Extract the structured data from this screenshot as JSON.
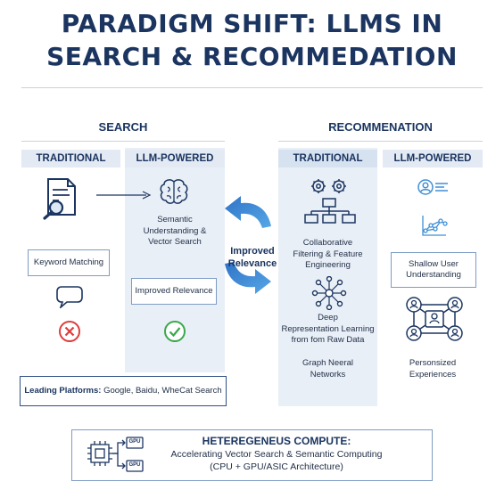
{
  "title": {
    "line1": "PARADIGM SHIFT: LLMS IN",
    "line2": "SEARCH & RECOMMEDATION"
  },
  "search": {
    "heading": "SEARCH",
    "traditional_head": "TRADITIONAL",
    "llm_head": "LLM-POWERED",
    "keyword_matching": "Keyword Matching",
    "semantic": [
      "Semantic",
      "Understanding &",
      "Vector Search"
    ],
    "improved_relevance": "Improved Relevance",
    "platforms_label": "Leading Platforms:",
    "platforms_list": "Google, Baidu, WheCat Search"
  },
  "center": {
    "line1": "Improved",
    "line2": "Relevance"
  },
  "recommendation": {
    "heading": "RECOMMENATION",
    "traditional_head": "TRADITIONAL",
    "llm_head": "LLM-POWERED",
    "collab": [
      "Collaborative",
      "Filtering & Feature",
      "Engineering"
    ],
    "deep": [
      "Deep",
      "Representation Learning",
      "from fom Raw Data"
    ],
    "graph": [
      "Graph Neeral",
      "Networks"
    ],
    "shallow": [
      "Shallow User",
      "Understanding"
    ],
    "personalized": [
      "Personsized",
      "Experiences"
    ]
  },
  "compute": {
    "title": "HETEREGENEUS COMPUTE:",
    "line1": "Accelerating Vector Search & Semantic Computing",
    "line2": "(CPU + GPU/ASIC Architecture)",
    "chip1": "GPU",
    "chip2": "GPU"
  },
  "icons": [
    "document-search-icon",
    "brain-icon",
    "speech-bubble-icon",
    "x-circle-icon",
    "check-circle-icon",
    "gears-hierarchy-icon",
    "user-profile-icon",
    "network-chart-icon",
    "neural-network-icon",
    "people-network-icon",
    "cpu-chip-icon"
  ],
  "colors": {
    "accent": "#3f8fd6",
    "navy": "#1b3560",
    "error": "#e03c3c",
    "success": "#3aa84a"
  }
}
